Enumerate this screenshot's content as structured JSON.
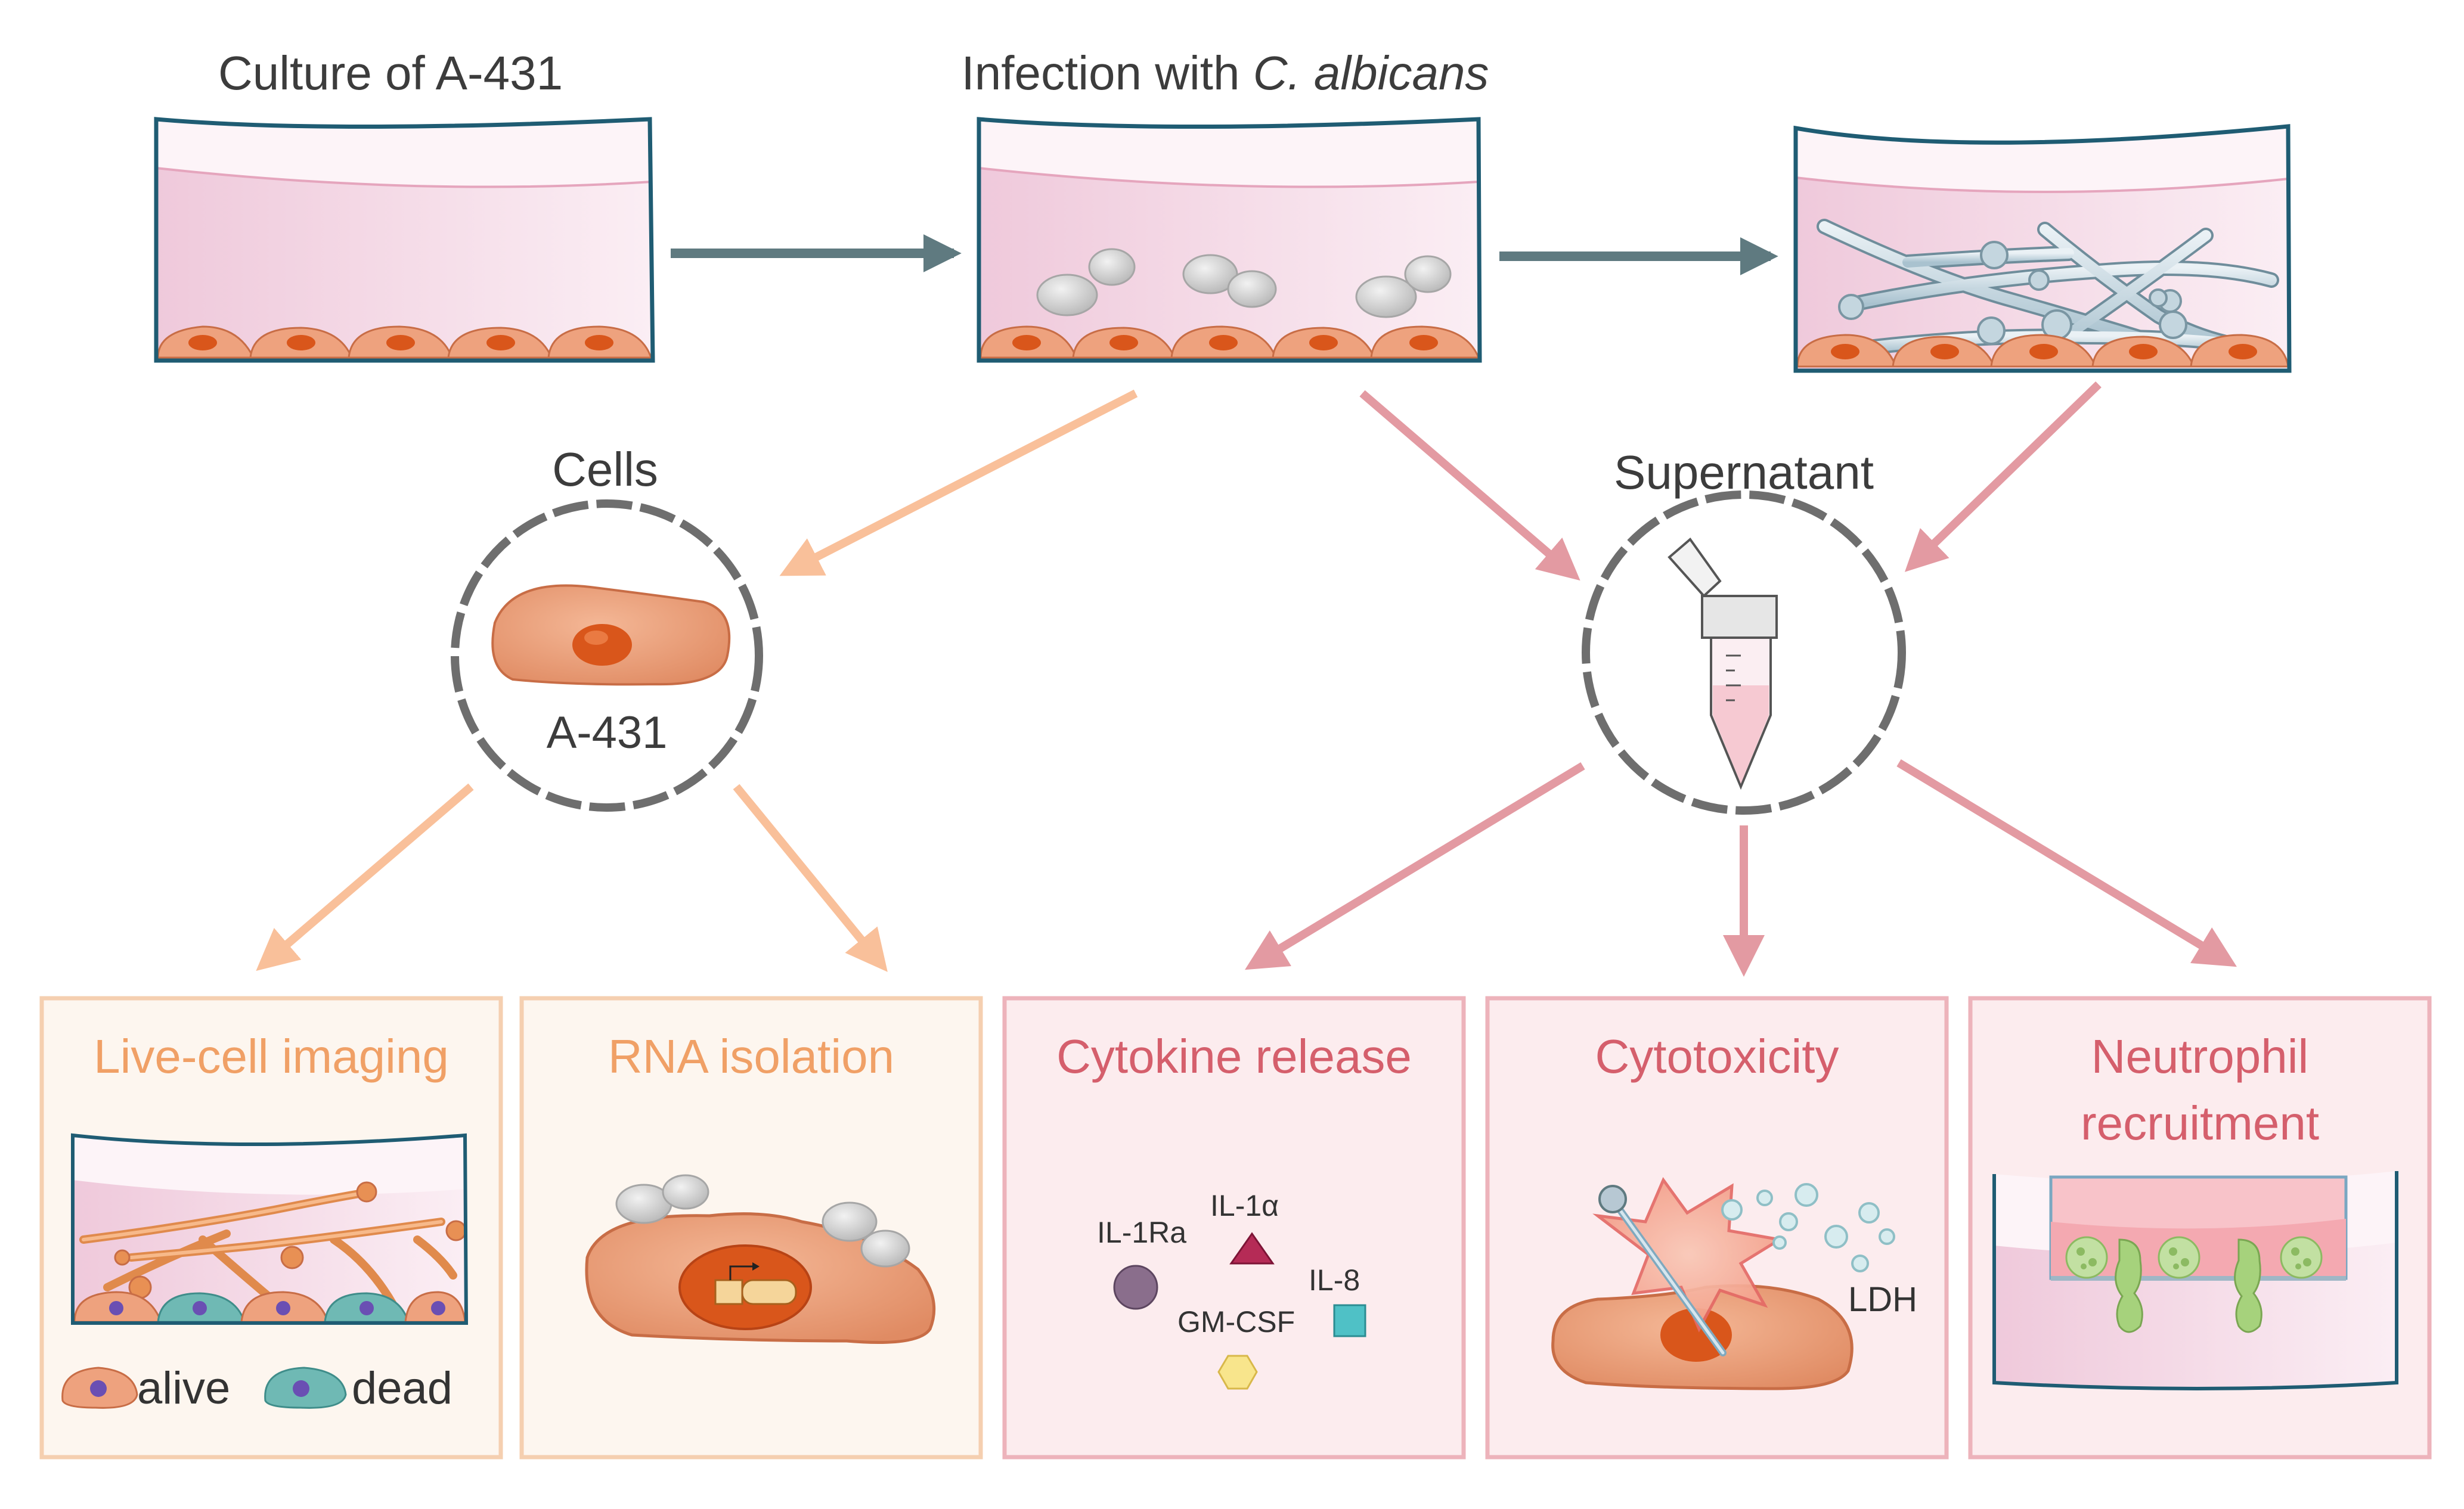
{
  "top_row": {
    "culture_label": "Culture of A-431",
    "infection_label_prefix": "Infection with ",
    "infection_label_italic": "C. albicans"
  },
  "branches": {
    "cells_label": "Cells",
    "cell_name": "A-431",
    "supernatant_label": "Supernatant"
  },
  "assays": [
    {
      "title": "Live-cell imaging",
      "legend_alive": "alive",
      "legend_dead": "dead"
    },
    {
      "title": "RNA isolation"
    },
    {
      "title": "Cytokine release",
      "markers": [
        "IL-1Ra",
        "IL-1α",
        "IL-8",
        "GM-CSF"
      ]
    },
    {
      "title": "Cytotoxicity",
      "marker": "LDH"
    },
    {
      "title_line1": "Neutrophil",
      "title_line2": "recruitment"
    }
  ],
  "colors": {
    "cells_branch_arrow": "#f9c09a",
    "supernatant_branch_arrow": "#e39aa2",
    "top_arrow": "#5f7a80",
    "cell_fill": "#eea27e",
    "nucleus": "#d9561b",
    "medium": "#f3d4e2",
    "dead_cell": "#6fb9b4",
    "cytokine_IL-1Ra": "#8a6e8c",
    "cytokine_IL-1a": "#b52b56",
    "cytokine_IL-8": "#4fc1c6",
    "cytokine_GM-CSF": "#f8e58c"
  },
  "icons": [
    "culture-well",
    "yeast-cell",
    "hypha",
    "tube-icon",
    "cell-icon",
    "neutrophil-icon",
    "needle-icon"
  ]
}
